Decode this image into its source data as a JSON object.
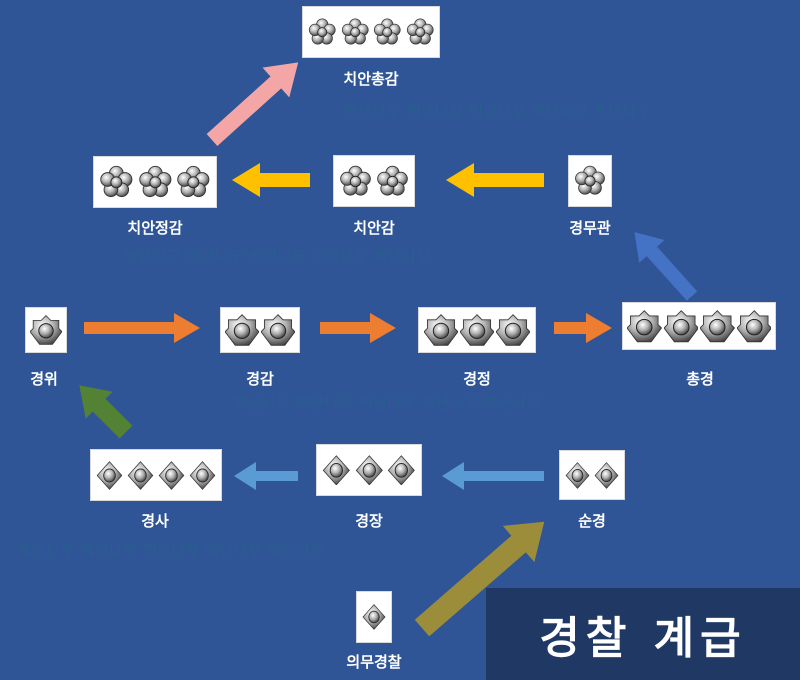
{
  "title": "경찰 계급",
  "watermark": "백년나무",
  "ranks": {
    "chian_chonggam": "치안총감",
    "chian_jeonggam": "치안정감",
    "chian_gam": "치안감",
    "gyeongmugwan": "경무관",
    "gyeongwi": "경위",
    "gyeonggam": "경감",
    "gyeongjeong": "경정",
    "chonggyeong": "총경",
    "gyeongsa": "경사",
    "gyeongjang": "경장",
    "sungyeong": "순경",
    "uimu_gyeongchal": "의무경찰"
  },
  "colors": {
    "background": "#2f5597",
    "title_box": "#1f3864",
    "arrow_pink": "#f4a6a6",
    "arrow_gold": "#ffc000",
    "arrow_orange": "#ed7d31",
    "arrow_blue": "#4472c4",
    "arrow_lightblue": "#5b9bd5",
    "arrow_green": "#548235",
    "arrow_olive": "#9c8d3a"
  }
}
